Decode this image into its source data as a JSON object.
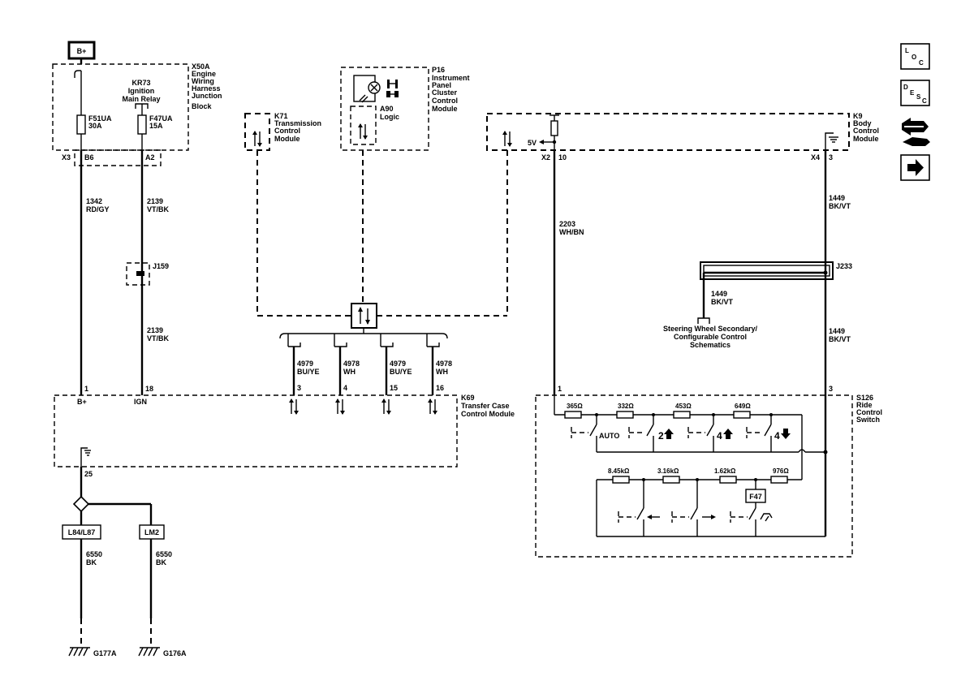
{
  "supply": {
    "label": "B+"
  },
  "x50a": {
    "ref": "X50A",
    "name": [
      "Engine",
      "Wiring",
      "Harness",
      "Junction",
      "Block"
    ]
  },
  "kr73": {
    "ref": "KR73",
    "name": [
      "Ignition",
      "Main Relay"
    ]
  },
  "f51ua": {
    "ref": "F51UA",
    "rating": "30A"
  },
  "f47ua": {
    "ref": "F47UA",
    "rating": "15A"
  },
  "x50a_pins": {
    "conn": "X3",
    "b6": "B6",
    "a2": "A2"
  },
  "wire_1342": {
    "circuit": "1342",
    "color": "RD/GY"
  },
  "wire_2139a": {
    "circuit": "2139",
    "color": "VT/BK"
  },
  "wire_2139b": {
    "circuit": "2139",
    "color": "VT/BK"
  },
  "j159": {
    "ref": "J159"
  },
  "k71": {
    "ref": "K71",
    "name": [
      "Transmission",
      "Control",
      "Module"
    ]
  },
  "p16": {
    "ref": "P16",
    "name": [
      "Instrument",
      "Panel",
      "Cluster",
      "Control",
      "Module"
    ]
  },
  "a90": {
    "ref": "A90",
    "name": "Logic"
  },
  "k9": {
    "ref": "K9",
    "name": [
      "Body",
      "Control",
      "Module"
    ]
  },
  "k9_pins": {
    "v5": "5V",
    "x2": "X2",
    "p10": "10",
    "x4": "X4",
    "p3": "3"
  },
  "wire_2203": {
    "circuit": "2203",
    "color": "WH/BN"
  },
  "wire_1449a": {
    "circuit": "1449",
    "color": "BK/VT"
  },
  "wire_1449b": {
    "circuit": "1449",
    "color": "BK/VT"
  },
  "wire_1449c": {
    "circuit": "1449",
    "color": "BK/VT"
  },
  "j233": {
    "ref": "J233"
  },
  "steering_ref": {
    "lines": [
      "Steering Wheel Secondary/",
      "Configurable Control",
      "Schematics"
    ]
  },
  "data_wires": [
    {
      "circuit": "4979",
      "color": "BU/YE",
      "pin": "3"
    },
    {
      "circuit": "4978",
      "color": "WH",
      "pin": "4"
    },
    {
      "circuit": "4979",
      "color": "BU/YE",
      "pin": "15"
    },
    {
      "circuit": "4978",
      "color": "WH",
      "pin": "16"
    }
  ],
  "k69": {
    "ref": "K69",
    "name": [
      "Transfer Case",
      "Control Module"
    ],
    "pin_bplus": "1",
    "pin_ign": "18",
    "lbl_bplus": "B+",
    "lbl_ign": "IGN",
    "pin_ground": "25"
  },
  "s126": {
    "ref": "S126",
    "name": [
      "Ride",
      "Control",
      "Switch"
    ],
    "pin_1": "1",
    "pin_3": "3"
  },
  "resistors_top": [
    "365Ω",
    "332Ω",
    "453Ω",
    "649Ω"
  ],
  "resistors_bottom": [
    "8.45kΩ",
    "3.16kΩ",
    "1.62kΩ",
    "976Ω"
  ],
  "switch_labels": {
    "auto": "AUTO",
    "two": "2",
    "four_up": "4",
    "four_down": "4"
  },
  "f47": {
    "label": "F47"
  },
  "options": {
    "l84": "L84/L87",
    "lm2": "LM2"
  },
  "wire_6550a": {
    "circuit": "6550",
    "color": "BK"
  },
  "wire_6550b": {
    "circuit": "6550",
    "color": "BK"
  },
  "grounds": {
    "g177": "G177A",
    "g176": "G176A"
  },
  "nav": {
    "loc": [
      "L",
      "O",
      "C"
    ],
    "desc": [
      "D",
      "E",
      "S",
      "C"
    ]
  }
}
